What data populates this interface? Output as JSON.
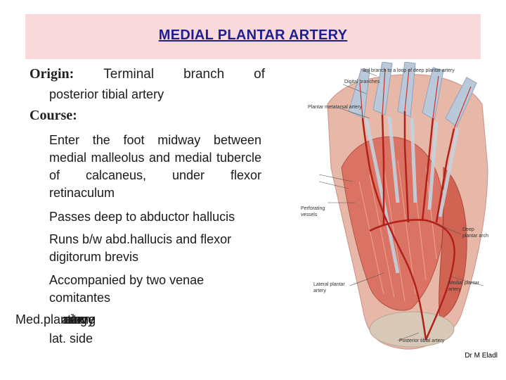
{
  "slide": {
    "title": "MEDIAL PLANTAR ARTERY",
    "origin": {
      "heading": "Origin:",
      "words": [
        "Terminal",
        "branch",
        "of"
      ],
      "continuation": "posterior tibial  artery"
    },
    "course": {
      "heading": "Course:",
      "bullets": [
        "Enter the foot midway between medial malleolus and medial tubercle of calcaneus, under flexor retinaculum",
        "Passes deep to abductor hallucis",
        "Runs b/w abd.hallucis and flexor digitorum brevis",
        "Accompanied by two venae comitantes"
      ]
    },
    "med_line": {
      "prefix": "Med.pla",
      "overlapping": [
        "ntar",
        "artery",
        "nerve",
        "ing",
        "along"
      ],
      "continuation": "lat. side"
    },
    "credit": "Dr M Eladl"
  },
  "figure": {
    "labels": {
      "top_partial": "3rd branch to a loop of deep plantar artery",
      "digital_branches": "Digital branches",
      "plantar_metatarsal": "Plantar metatarsal artery",
      "perforating_line1": "Perforating",
      "perforating_line2": "vessels",
      "deep_plantar_arch_line1": "Deep",
      "deep_plantar_arch_line2": "plantar arch",
      "lateral_plantar_line1": "Lateral plantar",
      "lateral_plantar_line2": "artery",
      "medial_plantar_line1": "Medial plantar",
      "medial_plantar_line2": "artery",
      "posterior_tibial": "Posterior tibial artery"
    }
  }
}
